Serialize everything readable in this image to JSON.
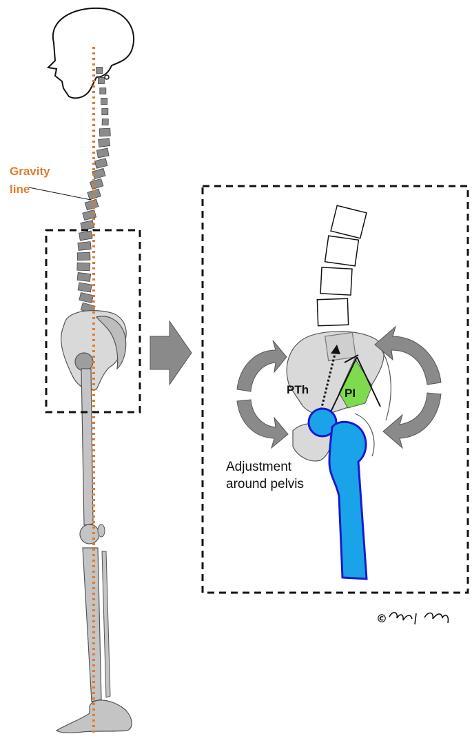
{
  "labels": {
    "gravity_line_1": "Gravity",
    "gravity_line_2": "line",
    "pth": "PTh",
    "pi": "PI",
    "adjustment_line_1": "Adjustment",
    "adjustment_line_2": "around pelvis",
    "copyright_symbol": "©",
    "signature": "signature"
  },
  "colors": {
    "gravity_line": "#e07b2e",
    "bone_fill": "#d9d9d9",
    "vertebra_fill": "#8c8c8c",
    "femur_fill": "#1aa3e8",
    "femur_outline": "#1a1acc",
    "pi_fill": "#7ddb4d",
    "arrow_fill": "#8a8a8a"
  }
}
